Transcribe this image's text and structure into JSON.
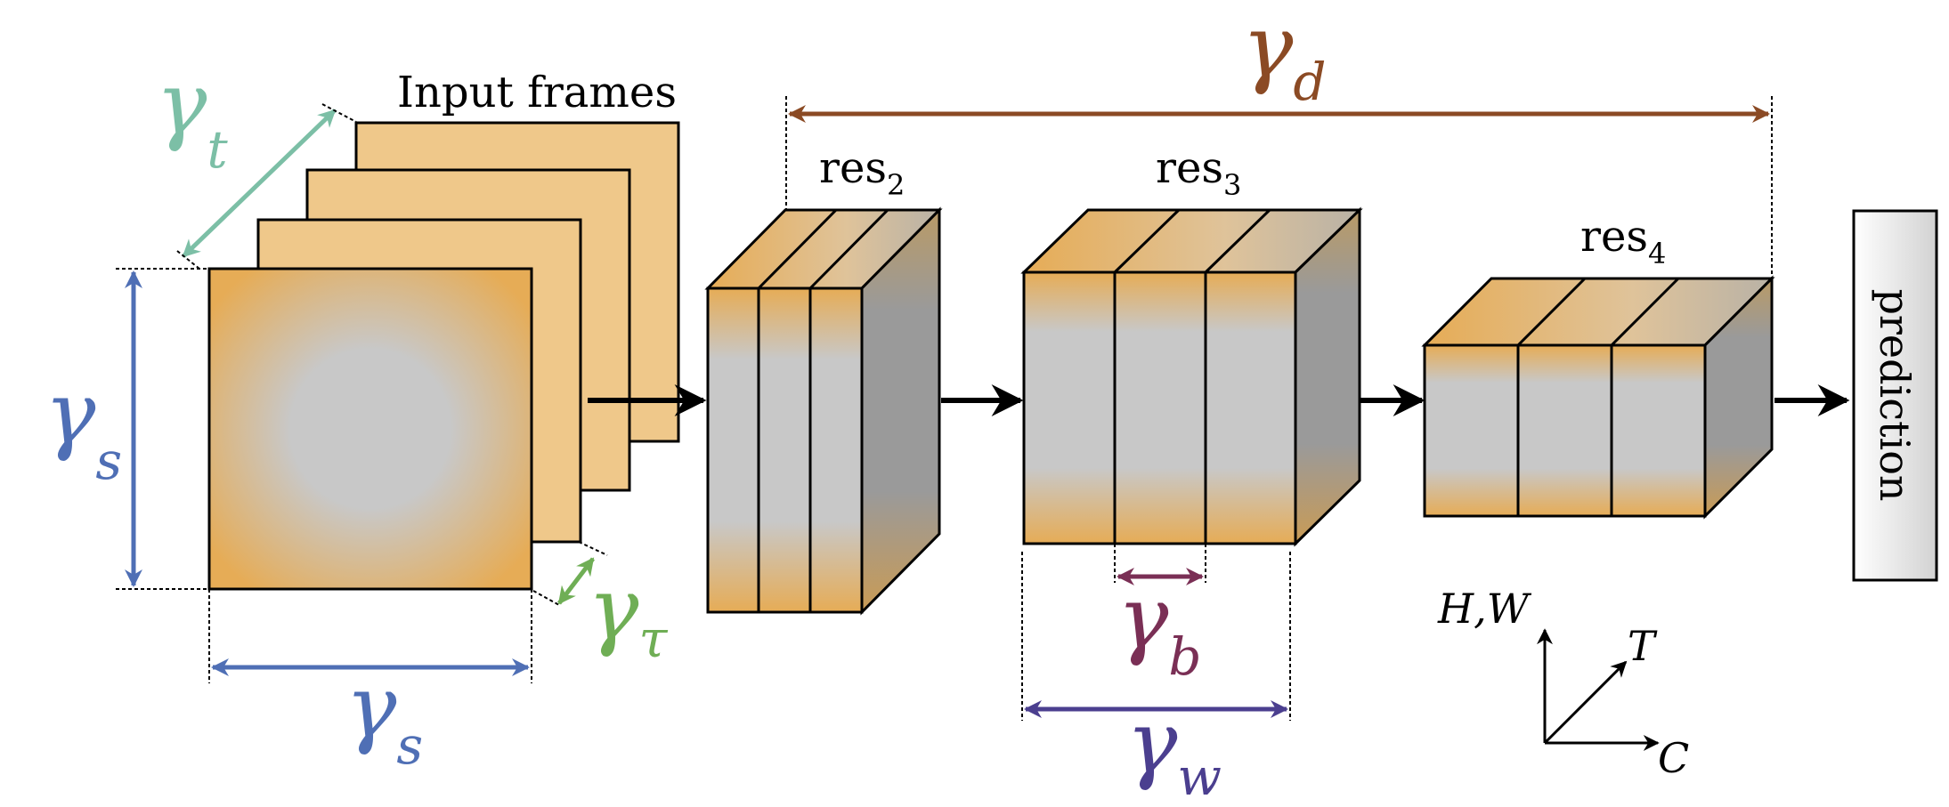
{
  "input_frames": {
    "label": "Input frames"
  },
  "stages": [
    {
      "name": "res",
      "sub": "2"
    },
    {
      "name": "res",
      "sub": "3"
    },
    {
      "name": "res",
      "sub": "4"
    }
  ],
  "output": {
    "label": "prediction"
  },
  "dimensions": {
    "temporal": {
      "symbol": "γ",
      "sub": "t",
      "color": "#7cbfa6"
    },
    "spatial_height": {
      "symbol": "γ",
      "sub": "s",
      "color": "#4f6fb5"
    },
    "spatial_width": {
      "symbol": "γ",
      "sub": "s",
      "color": "#4f6fb5"
    },
    "stride": {
      "symbol": "γ",
      "sub": "τ",
      "color": "#6fae55"
    },
    "depth": {
      "symbol": "γ",
      "sub": "d",
      "color": "#8b4a24"
    },
    "bottleneck": {
      "symbol": "γ",
      "sub": "b",
      "color": "#7a2f55"
    },
    "width": {
      "symbol": "γ",
      "sub": "w",
      "color": "#4b3f8f"
    }
  },
  "axes": {
    "hw": "H,W",
    "t": "T",
    "c": "C"
  },
  "colors": {
    "frame_fill": "#efc88a",
    "block_orange": "#e6ac56",
    "block_gray": "#c8c8c8",
    "arrow": "#000000"
  }
}
